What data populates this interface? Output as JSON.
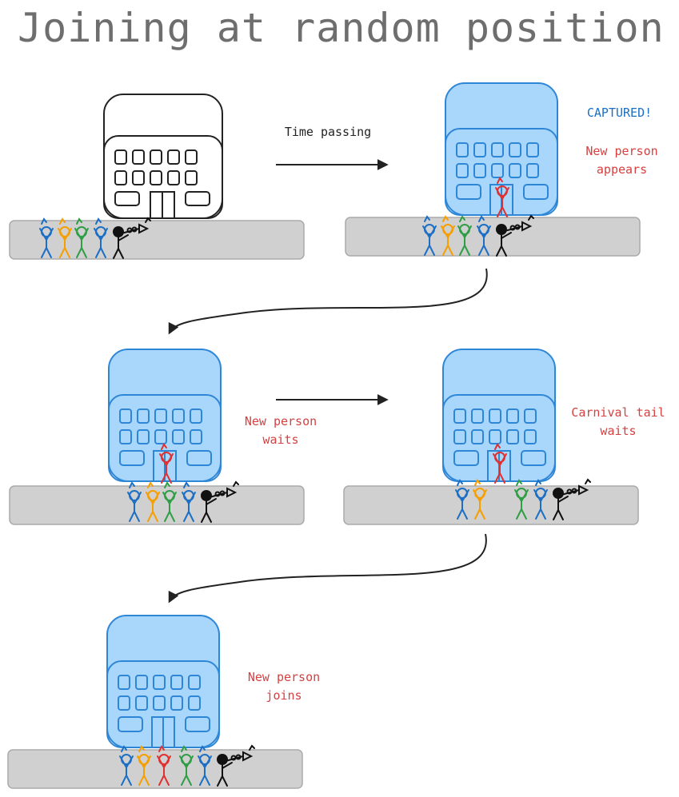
{
  "title": "Joining at random position",
  "labels": {
    "time_passing": "Time passing",
    "captured": "CAPTURED!",
    "new_person_appears": "New person\nappears",
    "new_person_waits": "New person\nwaits",
    "carnival_tail_waits": "Carnival tail\nwaits",
    "new_person_joins": "New person\njoins"
  },
  "colors": {
    "building_fill": "#a9d6fb",
    "building_stroke": "#2e86d6",
    "road": "#d0d0d0",
    "person_blue": "#1c6fc4",
    "person_orange": "#f59f00",
    "person_green": "#2f9e44",
    "person_red": "#e03131",
    "person_black": "#111111",
    "note_red": "#d64040",
    "arrow": "#222222"
  }
}
